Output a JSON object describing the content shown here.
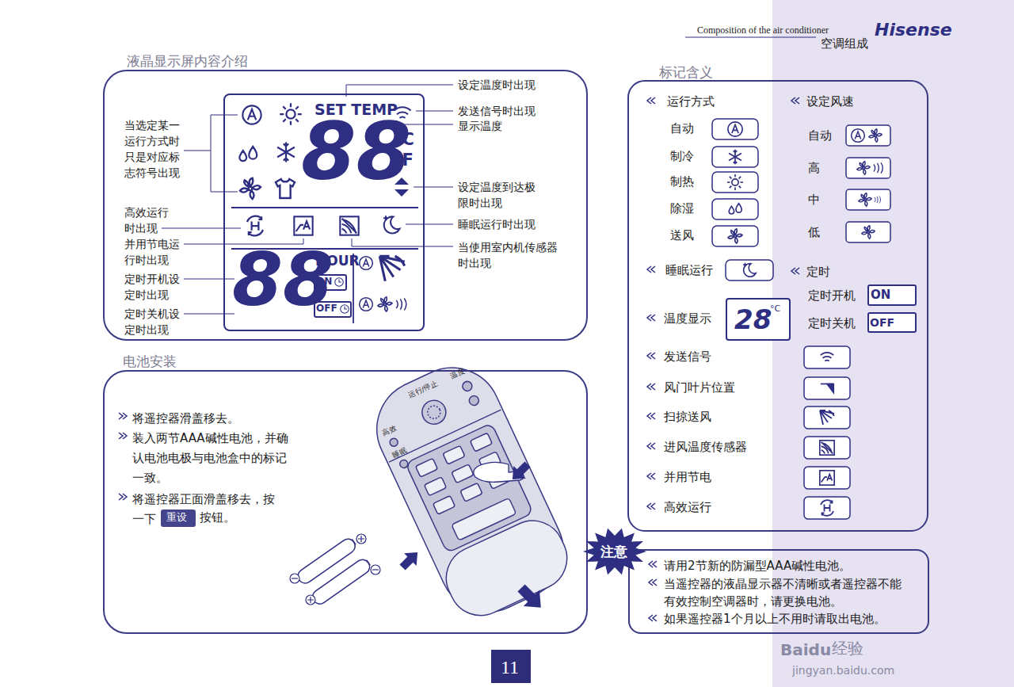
{
  "diagram": {
    "nodes": [
      {
        "text": [
          "液晶显示屏内容介绍",
          "当选定某一运行方式时只是对应标志符号出现",
          "高效运行时出现",
          "并用节电运行时出现",
          "定时开机设定时出现",
          "定时关机设定时出现",
          "设定温度时出现",
          "发送信号时出现",
          "显示温度",
          "设定温度到达极限时出现",
          "睡眠运行时出现",
          "当使用室内机传感器时出现"
        ]
      },
      {
        "text": [
          "SET TEMP",
          "88",
          "°C",
          "°F",
          "88",
          "HOUR"
        ],
        "in": 0
      },
      {
        "text": [
          "ON"
        ],
        "in": 1
      },
      {
        "text": [
          "OFF"
        ],
        "in": 1
      },
      {
        "text": [
          "电池安装",
          "将遥控器滑盖移去。",
          "装入两节AAA碱性电池，并确认电池电极与电池盒中的标记一致。",
          "将遥控器正面滑盖移去，按一下",
          "按钮。"
        ]
      },
      {
        "text": [
          "重设"
        ],
        "in": 4
      },
      {
        "text": [
          "标记含义",
          "运行方式",
          "自动",
          "制冷",
          "制热",
          "除湿",
          "送风",
          "设定风速",
          "自动",
          "高",
          "中",
          "低",
          "睡眠运行",
          "定时",
          "定时开机",
          "定时关机",
          "温度显示",
          "发送信号",
          "风门叶片位置",
          "扫掠送风",
          "进风温度传感器",
          "并用节电",
          "高效运行"
        ]
      },
      {
        "text": [
          "28",
          "°C"
        ],
        "in": 6
      },
      {
        "text": [
          "ON"
        ],
        "in": 6
      },
      {
        "text": [
          "OFF"
        ],
        "in": 6
      },
      {
        "text": [
          "请用2节新的防漏型AAA碱性电池。",
          "当遥控器的液晶显示器不清晰或者遥控器不能有效控制空调器时，请更换电池。",
          "如果遥控器1个月以上不用时请取出电池。"
        ]
      },
      {
        "text": [
          "注意"
        ]
      },
      {
        "text": [
          "11"
        ]
      }
    ],
    "labels": [
      "Composition of the air conditioner",
      "Hisense",
      "空调组成",
      "运行/停止",
      "温度",
      "高效",
      "睡眠",
      "Baidu",
      "经验",
      "jingyan.baidu.com"
    ]
  }
}
